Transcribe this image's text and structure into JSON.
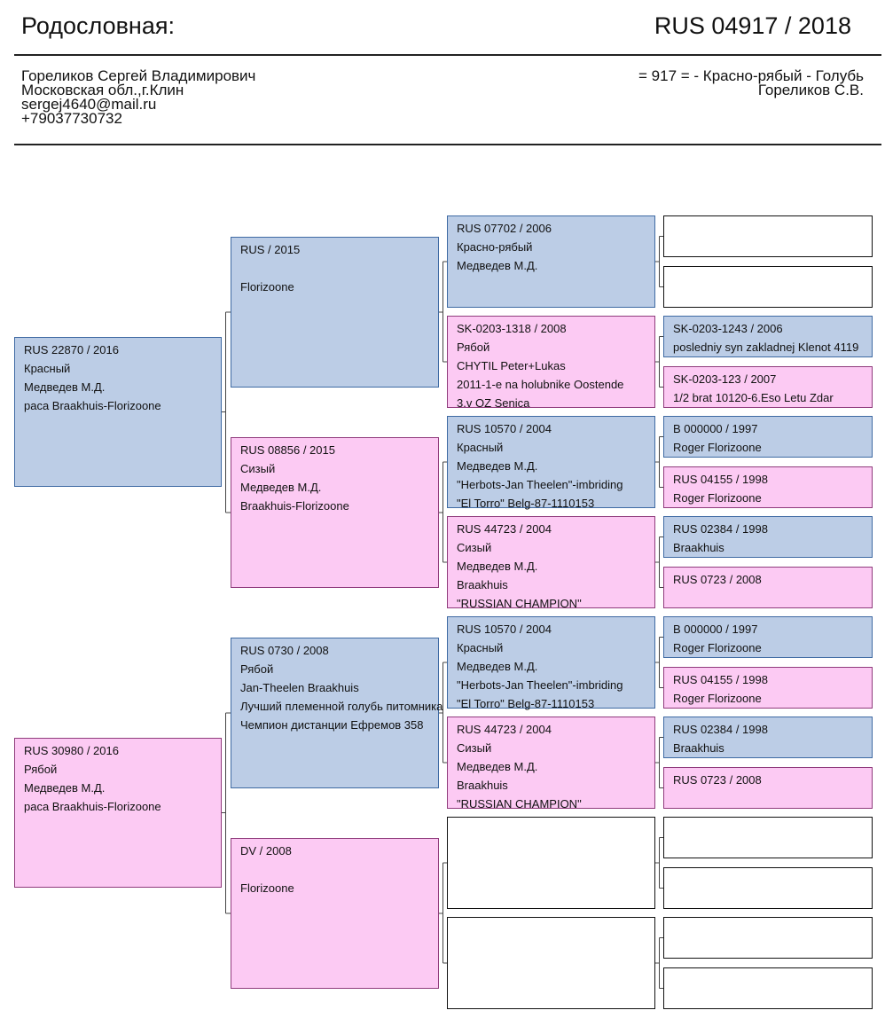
{
  "header": {
    "title": "Родословная:",
    "ring": "RUS  04917 / 2018"
  },
  "owner": {
    "name": "Гореликов Сергей Владимирович",
    "location": "Московская обл.,г.Клин",
    "email": "sergej4640@mail.ru",
    "phone": "+79037730732"
  },
  "bird": {
    "description": "= 917 = - Красно-рябый - Голубь",
    "breeder": "Гореликов С.В."
  },
  "colors": {
    "male": "#bccde6",
    "female": "#fccaf3",
    "empty": "#ffffff"
  },
  "pedigree": {
    "gen1": [
      {
        "sex": "blue",
        "lines": [
          "RUS  22870 / 2016",
          "Красный",
          "Медведев М.Д.",
          "раса Braakhuis-Florizoone"
        ]
      },
      {
        "sex": "pink",
        "lines": [
          "RUS  30980 / 2016",
          "Рябой",
          "Медведев М.Д.",
          "раса Braakhuis-Florizoone"
        ]
      }
    ],
    "gen2": [
      {
        "sex": "blue",
        "lines": [
          "RUS   / 2015",
          "",
          "Florizoone"
        ]
      },
      {
        "sex": "pink",
        "lines": [
          "RUS  08856 / 2015",
          "Сизый",
          "Медведев М.Д.",
          "Braakhuis-Florizoone"
        ]
      },
      {
        "sex": "blue",
        "lines": [
          "RUS  0730 / 2008",
          "Рябой",
          "Jan-Theelen Braakhuis",
          "Лучший племенной голубь питомника",
          "Чемпион дистанции Ефремов 358"
        ]
      },
      {
        "sex": "pink",
        "lines": [
          "DV / 2008",
          "",
          "Florizoone"
        ]
      }
    ],
    "gen3": [
      {
        "sex": "blue",
        "lines": [
          "RUS  07702 / 2006",
          "Красно-рябый",
          "Медведев М.Д."
        ]
      },
      {
        "sex": "pink",
        "lines": [
          "SK-0203-1318 / 2008",
          "Рябой",
          "CHYTIL Peter+Lukas",
          "2011-1-e na holubnike Oostende",
          "3.v OZ Senica"
        ]
      },
      {
        "sex": "blue",
        "lines": [
          "RUS  10570 / 2004",
          "Красный",
          "Медведев М.Д.",
          "\"Herbots-Jan Theelen\"-imbriding",
          "\"El Torro\" Belg-87-1110153"
        ]
      },
      {
        "sex": "pink",
        "lines": [
          "RUS  44723 / 2004",
          "Сизый",
          "Медведев М.Д.",
          "Braakhuis",
          "\"RUSSIAN CHAMPION\""
        ]
      },
      {
        "sex": "blue",
        "lines": [
          "RUS  10570 / 2004",
          "Красный",
          "Медведев М.Д.",
          "\"Herbots-Jan Theelen\"-imbriding",
          "\"El Torro\" Belg-87-1110153"
        ]
      },
      {
        "sex": "pink",
        "lines": [
          "RUS  44723 / 2004",
          "Сизый",
          "Медведев М.Д.",
          "Braakhuis",
          "\"RUSSIAN CHAMPION\""
        ]
      },
      {
        "sex": "empty",
        "lines": []
      },
      {
        "sex": "empty",
        "lines": []
      }
    ],
    "gen4": [
      {
        "sex": "empty",
        "lines": []
      },
      {
        "sex": "empty",
        "lines": []
      },
      {
        "sex": "blue",
        "lines": [
          "SK-0203-1243 / 2006",
          "posledniy syn zakladnej Klenot 4119"
        ]
      },
      {
        "sex": "pink",
        "lines": [
          "SK-0203-123 / 2007",
          "1/2 brat 10120-6.Eso Letu Zdar"
        ]
      },
      {
        "sex": "blue",
        "lines": [
          "B  000000 / 1997",
          "Roger Florizoone"
        ]
      },
      {
        "sex": "pink",
        "lines": [
          "RUS  04155 / 1998",
          "Roger Florizoone"
        ]
      },
      {
        "sex": "blue",
        "lines": [
          "RUS  02384 / 1998",
          "Braakhuis"
        ]
      },
      {
        "sex": "pink",
        "lines": [
          "RUS  0723 / 2008"
        ]
      },
      {
        "sex": "blue",
        "lines": [
          "B  000000 / 1997",
          "Roger Florizoone"
        ]
      },
      {
        "sex": "pink",
        "lines": [
          "RUS  04155 / 1998",
          "Roger Florizoone"
        ]
      },
      {
        "sex": "blue",
        "lines": [
          "RUS  02384 / 1998",
          "Braakhuis"
        ]
      },
      {
        "sex": "pink",
        "lines": [
          "RUS  0723 / 2008"
        ]
      },
      {
        "sex": "empty",
        "lines": []
      },
      {
        "sex": "empty",
        "lines": []
      },
      {
        "sex": "empty",
        "lines": []
      },
      {
        "sex": "empty",
        "lines": []
      }
    ]
  }
}
